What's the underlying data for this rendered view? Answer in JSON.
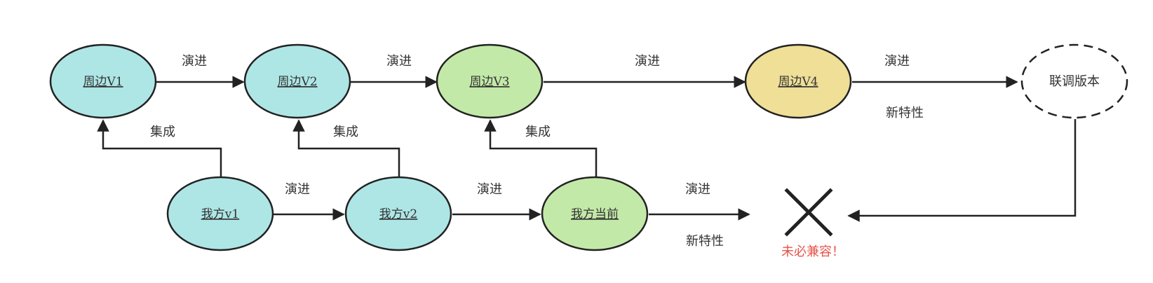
{
  "colors": {
    "peripheral": "#aee6e6",
    "current": "#c3e9a8",
    "future": "#efdf97",
    "target": "#ffffff",
    "stroke": "#222222",
    "warning": "#e8524a"
  },
  "nodes": {
    "p1": "周边V1",
    "p2": "周边V2",
    "p3": "周边V3",
    "p4": "周边V4",
    "joint": "联调版本",
    "o1": "我方v1",
    "o2": "我方v2",
    "oc": "我方当前"
  },
  "edges": {
    "p1_p2": "演进",
    "p2_p3": "演进",
    "p3_p4": "演进",
    "p4_joint": "演进",
    "p4_feature": "新特性",
    "o1_o2": "演进",
    "o2_oc": "演进",
    "oc_out": "演进",
    "oc_feature": "新特性",
    "o1_p1": "集成",
    "o2_p2": "集成",
    "oc_p3": "集成"
  },
  "warning": {
    "icon": "cross-icon",
    "text": "未必兼容！"
  }
}
